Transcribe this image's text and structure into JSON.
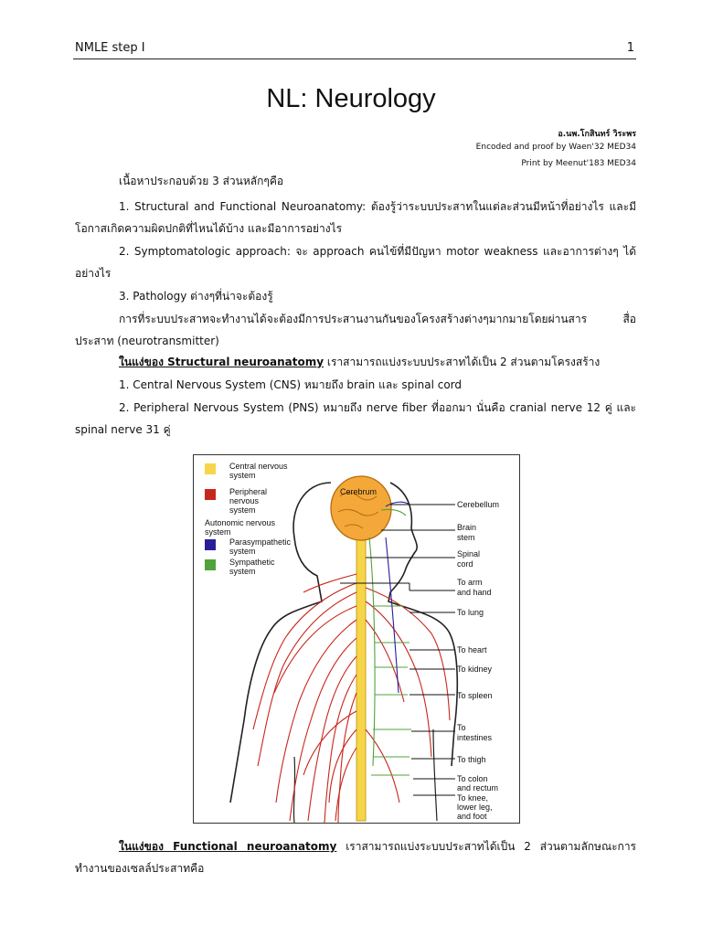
{
  "header": {
    "left": "NMLE step I",
    "page_number": "1"
  },
  "title": "NL: Neurology",
  "meta": {
    "author": "อ.นพ.โกสินทร์ วิระพร",
    "encoded": "Encoded and proof by Waen'32 MED34",
    "print": "Print by Meenut'183 MED34"
  },
  "paragraphs": {
    "intro": "เนื้อหาประกอบด้วย 3 ส่วนหลักๆคือ",
    "item1": "1. Structural and Functional Neuroanatomy: ต้องรู้ว่าระบบประสาทในแต่ละส่วนมีหน้าที่อย่างไร และมีโอกาสเกิดความผิดปกติที่ไหนได้บ้าง และมีอาการอย่างไร",
    "item2": "2. Symptomatologic approach: จะ approach คนไข้ที่มีปัญหา motor weakness และอาการต่างๆ ได้อย่างไร",
    "item3": "3. Pathology ต่างๆที่น่าจะต้องรู้",
    "coord": "การที่ระบบประสาทจะทำงานได้จะต้องมีการประสานงานกันของโครงสร้างต่างๆมากมายโดยผ่านสาร สื่อประสาท (neurotransmitter)",
    "struct_lead": "ในแง่ของ Structural neuroanatomy",
    "struct_rest": " เราสามารถแบ่งระบบประสาทได้เป็น 2 ส่วนตามโครงสร้าง",
    "cns": "1. Central Nervous System (CNS) หมายถึง brain และ spinal cord",
    "pns": "2. Peripheral Nervous System (PNS) หมายถึง nerve fiber ที่ออกมา นั่นคือ cranial nerve 12 คู่ และ spinal nerve 31 คู่",
    "func_lead": "ในแง่ของ Functional neuroanatomy",
    "func_rest": " เราสามารถแบ่งระบบประสาทได้เป็น 2 ส่วนตามลักษณะการทำงานของเซลล์ประสาทคือ"
  },
  "figure": {
    "legend": {
      "cns": [
        "Central nervous",
        "system"
      ],
      "pns": [
        "Peripheral",
        "nervous",
        "system"
      ],
      "ans": [
        "Autonomic nervous",
        "system"
      ],
      "para": [
        "Parasympathetic",
        "system"
      ],
      "symp": [
        "Sympathetic",
        "system"
      ]
    },
    "cerebrum": "Cerebrum",
    "labels": [
      [
        "Cerebellum"
      ],
      [
        "Brain",
        "stem"
      ],
      [
        "Spinal",
        "cord"
      ],
      [
        "To arm",
        "and hand"
      ],
      [
        "To lung"
      ],
      [
        "To heart"
      ],
      [
        "To kidney"
      ],
      [
        "To spleen"
      ],
      [
        "To",
        "intestines"
      ],
      [
        "To thigh"
      ],
      [
        "To colon",
        "and rectum"
      ],
      [
        "To knee,",
        "lower leg,",
        "and foot"
      ]
    ],
    "colors": {
      "cns": "#f7d54a",
      "pns": "#c8261c",
      "para": "#2a1d9a",
      "symp": "#4fa33a",
      "brain": "#f4a83a"
    }
  }
}
